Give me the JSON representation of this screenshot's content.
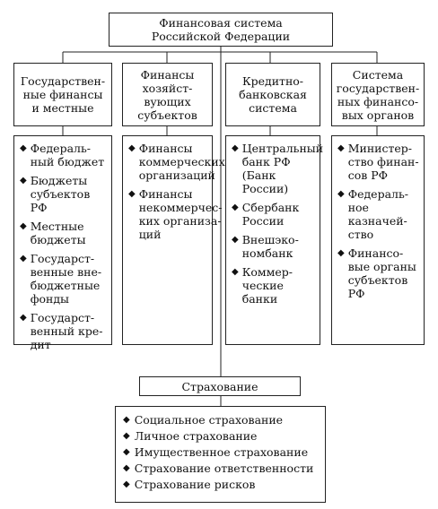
{
  "root": {
    "title": "Финансовая система\nРоссийской Федерации"
  },
  "columns": [
    {
      "header": "Государствен-\nные финансы\nи местные",
      "items": [
        "Федераль-\nный бюджет",
        "Бюджеты\nсубъектов РФ",
        "Местные\nбюджеты",
        "Государст-\nвенные вне-\nбюджетные\nфонды",
        "Государст-\nвенный кре-\nдит"
      ]
    },
    {
      "header": "Финансы\nхозяйст-\nвующих\nсубъектов",
      "items": [
        "Финансы\nкоммерческих\nорганизаций",
        "Финансы\nнекоммерчес-\nких организа-\nций"
      ]
    },
    {
      "header": "Кредитно-\nбанковская\nсистема",
      "items": [
        "Центральный\nбанк РФ\n(Банк России)",
        "Сбербанк\nРоссии",
        "Внешэко-\nномбанк",
        "Коммер-\nческие банки"
      ]
    },
    {
      "header": "Система\nгосударствен-\nных финансо-\nвых органов",
      "items": [
        "Министер-\nство финан-\nсов РФ",
        "Федераль-\nное казначей-\nство",
        "Финансо-\nвые органы\nсубъектов РФ"
      ]
    }
  ],
  "insurance": {
    "title": "Страхование",
    "items": [
      "Социальное страхование",
      "Личное страхование",
      "Имущественное страхование",
      "Страхование ответственности",
      "Страхование рисков"
    ]
  },
  "bullet_glyph": "◆"
}
